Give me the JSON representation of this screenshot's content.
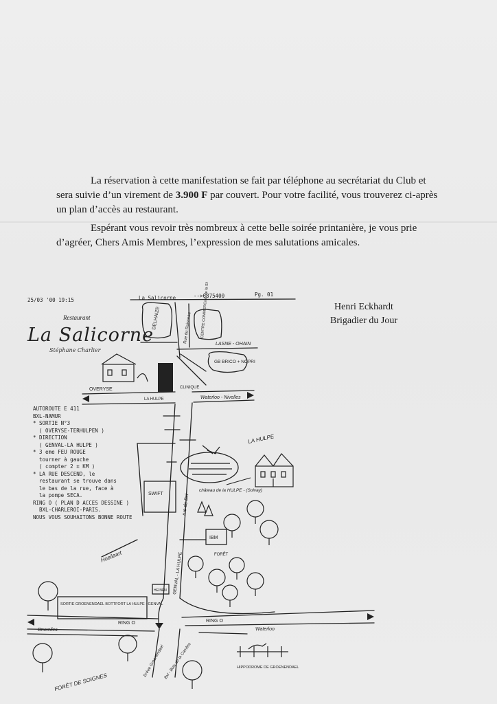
{
  "letter": {
    "p1_before": "La réservation à cette manifestation se fait par téléphone au secrétariat du Club et sera suivie d’un virement de",
    "price": "3.900 F",
    "p1_after": "par couvert. Pour votre facilité, vous trouverez ci-après un plan d’accès au restaurant.",
    "p2": "Espérant vous revoir très nombreux à cette belle soirée printanière, je vous prie d’agréer, Chers Amis Membres, l’expression de mes salutations amicales."
  },
  "signature": {
    "name": "Henri Eckhardt",
    "role": "Brigadier du Jour"
  },
  "fax_header": {
    "datetime": "25/03 '00 19:15",
    "sender": "La Salicorne",
    "number": "-->6875400",
    "page": "Pg. 01"
  },
  "logo": {
    "label": "Restaurant",
    "name": "La Salicorne",
    "subtitle": "Stéphane Charlier"
  },
  "directions": [
    "AUTOROUTE E 411",
    "BXL-NAMUR",
    "",
    "* SORTIE N°3",
    "  ( OVERYSE-TERHULPEN )",
    "* DIRECTION",
    "  ( GENVAL-LA HULPE )",
    "* 3 eme FEU ROUGE",
    "  tourner à gauche",
    "  ( compter 2 ± KM )",
    "* LA RUE DESCEND, le",
    "  restaurant se trouve dans",
    "  le bas de la rue, face à",
    "  la pompe SECA.",
    "",
    "RING O ( PLAN D ACCES DESSINE )",
    "  BXL-CHARLEROI-PARIS.",
    "",
    "NOUS VOUS SOUHAITONS BONNE ROUTE"
  ],
  "map_labels": {
    "delhaize": "DELHAIZE",
    "rue_ruisseau": "Rue du Ruisseau",
    "centre": "CENTRE COMMERCIAL de la SALICORNE",
    "lasne": "LASNE - OHAIN",
    "garage": "GB BRICO + NOPRI",
    "overyse": "OVERYSE",
    "la_hulpe_road": "LA HULPE",
    "clinique": "CLINIQUE",
    "waterloo_nivelles": "Waterloo - Nivelles",
    "la_hulpe": "LA HULPE",
    "chateau": "château de la HULPE - (Solvay)",
    "swift": "SWIFT",
    "main_road": "rue de Bxl",
    "ibm": "IBM",
    "genval_road": "GENVAL - LA HULPE",
    "hoeilaart": "Hoeilaart",
    "foret": "FORÊT",
    "heinen": "HEINEN",
    "sortie": "SORTIE GROENENDAEL BOTTFORT LA HULPE - GENVAL",
    "ring_left": "RING O",
    "ring_right": "RING O",
    "bruxelles": "Bruxelles",
    "waterloo": "Waterloo",
    "foret_soignes": "FORÊT DE SOIGNES",
    "drève": "Drève Groenendael",
    "bois_cambre": "Bxl - Bois de la Cambre",
    "hippodrome": "HIPPODROME DE GROENENDAEL"
  }
}
